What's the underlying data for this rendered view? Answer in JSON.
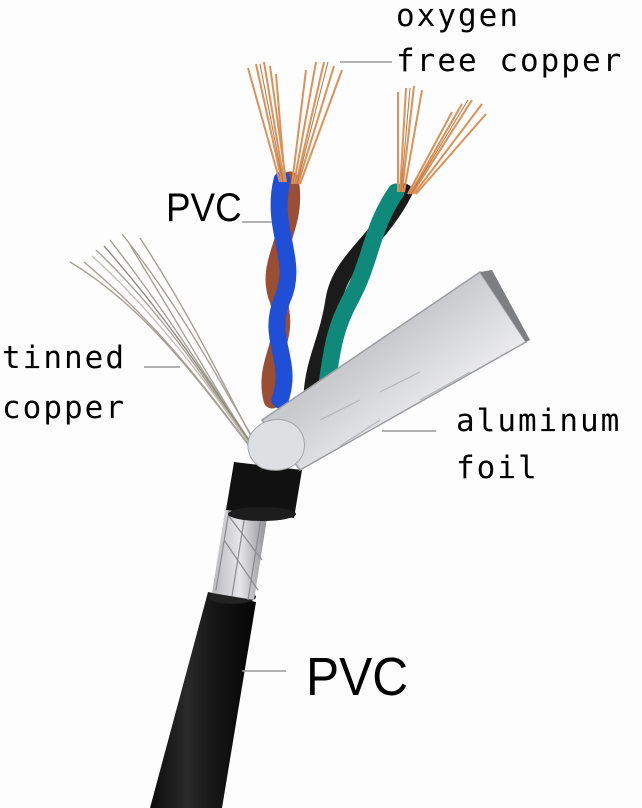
{
  "diagram": {
    "subject": "shielded twisted-pair cable cross-section",
    "labels": {
      "conductor_line1": "oxygen",
      "conductor_line2": "free copper",
      "insulation": "PVC",
      "drain_line1": "tinned",
      "drain_line2": "copper",
      "shield_line1": "aluminum",
      "shield_line2": "foil",
      "jacket": "PVC"
    },
    "colors": {
      "background": "#fdfdfd",
      "copper": "#d9925a",
      "wire_blue": "#1f4fd6",
      "wire_brown": "#9a4e33",
      "wire_black": "#1b1b1b",
      "wire_green": "#0f8a7a",
      "foil": "#d9d9dc",
      "tinned": "#a9a59a",
      "jacket": "#141414",
      "leader_line": "#9a9a9a",
      "text": "#000000"
    }
  }
}
